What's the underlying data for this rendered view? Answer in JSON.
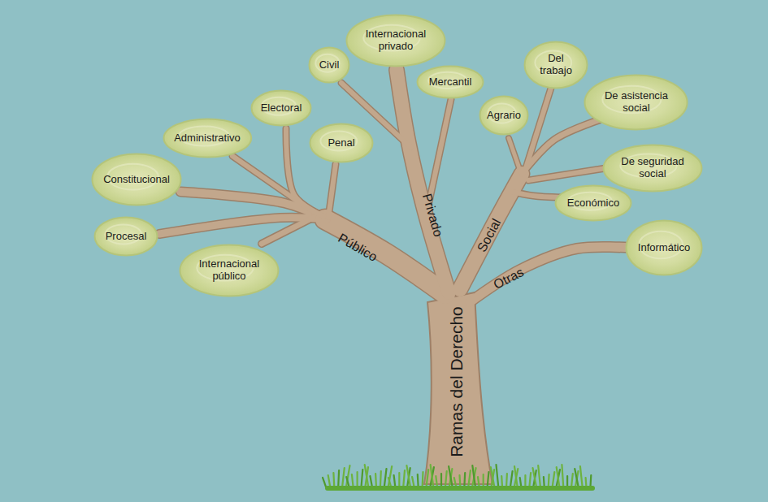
{
  "diagram": {
    "nodes": [
      {
        "text": [
          "Internacional privado"
        ]
      },
      {
        "text": [
          "Civil"
        ]
      },
      {
        "text": [
          "Del trabajo"
        ]
      },
      {
        "text": [
          "Mercantil"
        ]
      },
      {
        "text": [
          "Electoral"
        ]
      },
      {
        "text": [
          "De asistencia social"
        ]
      },
      {
        "text": [
          "Agrario"
        ]
      },
      {
        "text": [
          "Administrativo"
        ]
      },
      {
        "text": [
          "Penal"
        ]
      },
      {
        "text": [
          "De seguridad social"
        ]
      },
      {
        "text": [
          "Constitucional"
        ]
      },
      {
        "text": [
          "Económico"
        ]
      },
      {
        "text": [
          "Procesal"
        ]
      },
      {
        "text": [
          "Informático"
        ]
      },
      {
        "text": [
          "Internacional público"
        ]
      }
    ],
    "labels": [
      "Público",
      "Privado",
      "Social",
      "Otras",
      "Ramas del Derecho"
    ]
  }
}
